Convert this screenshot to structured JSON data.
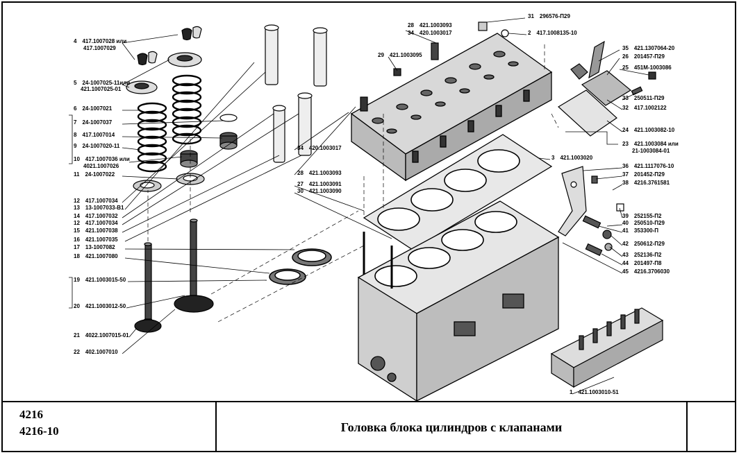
{
  "title_block": {
    "models": [
      "4216",
      "4216-10"
    ],
    "title": "Головка блока цилиндров с клапанами"
  },
  "callouts_left": [
    {
      "num": "4",
      "code": "417.1007028 или"
    },
    {
      "num": "",
      "code": "417.1007029"
    },
    {
      "num": "5",
      "code": "24-1007025-11или"
    },
    {
      "num": "",
      "code": "421.1007025-01"
    },
    {
      "num": "6",
      "code": "24-1007021"
    },
    {
      "num": "7",
      "code": "24-1007037"
    },
    {
      "num": "8",
      "code": "417.1007014"
    },
    {
      "num": "9",
      "code": "24-1007020-11"
    },
    {
      "num": "10",
      "code": "417.1007036 или"
    },
    {
      "num": "",
      "code": "4021.1007026"
    },
    {
      "num": "11",
      "code": "24-1007022"
    },
    {
      "num": "12",
      "code": "417.1007034"
    },
    {
      "num": "13",
      "code": "13-1007033-В1"
    },
    {
      "num": "14",
      "code": "417.1007032"
    },
    {
      "num": "12",
      "code": "417.1007034"
    },
    {
      "num": "15",
      "code": "421.1007038"
    },
    {
      "num": "16",
      "code": "421.1007035"
    },
    {
      "num": "17",
      "code": "13-1007082"
    },
    {
      "num": "18",
      "code": "421.1007080"
    },
    {
      "num": "19",
      "code": "421.1003015-50"
    },
    {
      "num": "20",
      "code": "421.1003012-50"
    },
    {
      "num": "21",
      "code": "4022.1007015-01"
    },
    {
      "num": "22",
      "code": "402.1007010"
    }
  ],
  "callouts_center": [
    {
      "num": "28",
      "code": "421.1003093"
    },
    {
      "num": "34",
      "code": "420.1003017"
    },
    {
      "num": "29",
      "code": "421.1003095"
    },
    {
      "num": "34",
      "code": "420.1003017"
    },
    {
      "num": "28",
      "code": "421.1003093"
    },
    {
      "num": "27",
      "code": "421.1003091"
    },
    {
      "num": "30",
      "code": "421.1003090"
    }
  ],
  "callouts_right": [
    {
      "num": "31",
      "code": "296576-П29"
    },
    {
      "num": "2",
      "code": "417.1008135-10"
    },
    {
      "num": "35",
      "code": "421.1307064-20"
    },
    {
      "num": "26",
      "code": "201457-П29"
    },
    {
      "num": "25",
      "code": "451М-1003086"
    },
    {
      "num": "33",
      "code": "250511-П29"
    },
    {
      "num": "32",
      "code": "417.1002122"
    },
    {
      "num": "24",
      "code": "421.1003082-10"
    },
    {
      "num": "23",
      "code": "421.1003084 или"
    },
    {
      "num": "",
      "code": "21-1003084-01"
    },
    {
      "num": "3",
      "code": "421.1003020"
    },
    {
      "num": "36",
      "code": "421.1117076-10"
    },
    {
      "num": "37",
      "code": "201452-П29"
    },
    {
      "num": "38",
      "code": "4216.3761581"
    },
    {
      "num": "39",
      "code": "252155-П2"
    },
    {
      "num": "40",
      "code": "250510-П29"
    },
    {
      "num": "41",
      "code": "353300-П"
    },
    {
      "num": "42",
      "code": "250612-П29"
    },
    {
      "num": "43",
      "code": "252136-П2"
    },
    {
      "num": "44",
      "code": "201497-П8"
    },
    {
      "num": "45",
      "code": "4216.3706030"
    },
    {
      "num": "1",
      "code": "421.1003010-51"
    }
  ]
}
